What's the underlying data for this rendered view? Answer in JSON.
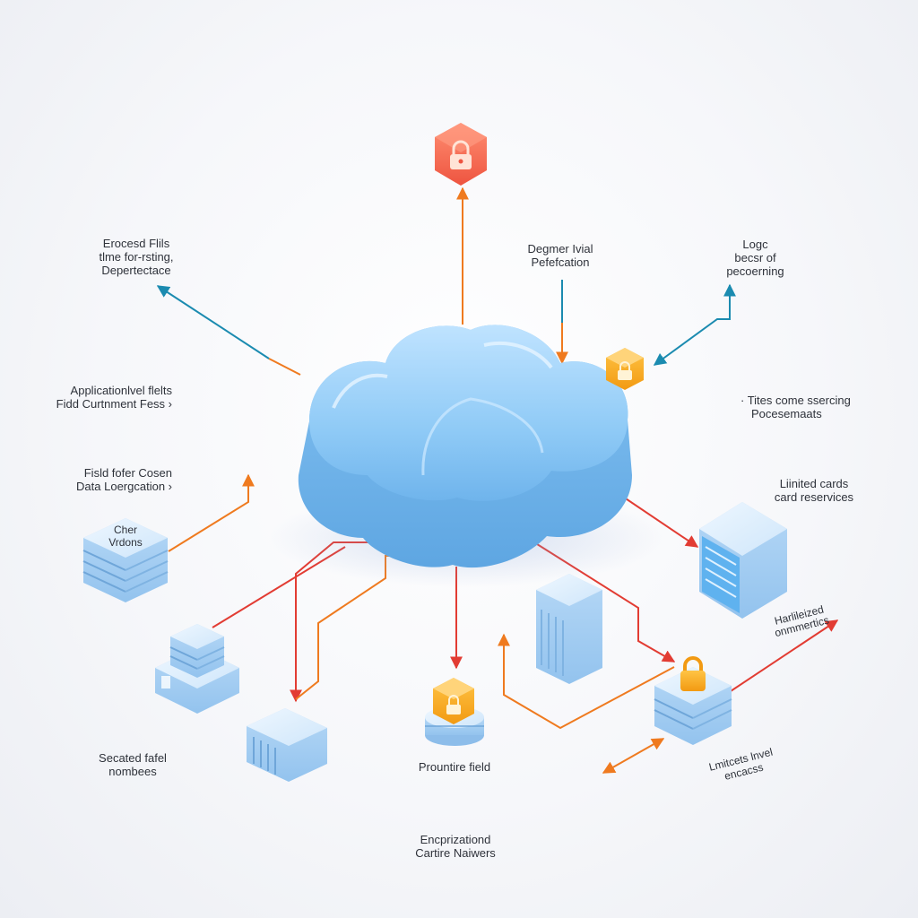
{
  "labels": {
    "top_left": [
      "Erocesd Flils",
      "tlme for-rsting,",
      "Depertectace"
    ],
    "top_center": [
      "Degmer Ivial",
      "Pefefcation"
    ],
    "top_right": [
      "Logc",
      "becsr of",
      "pecoerning"
    ],
    "mid_left_1": [
      "Applicationlvel flelts",
      "Fidd Curtnment Fess  ›"
    ],
    "mid_right_1": [
      "·  Tites come ssercing",
      "Pocesemaats"
    ],
    "mid_left_2": [
      "Fisld fofer Cosen",
      "Data Loergcation  ›"
    ],
    "mid_right_2": [
      "Liinited cards",
      "card reservices"
    ],
    "server_text": [
      "Cher",
      "Vrdons"
    ],
    "right_lower": [
      "Harlileized",
      "onmmertics"
    ],
    "bottom_left": [
      "Secated fafel",
      "nombees"
    ],
    "bottom_center": [
      "Prountire field"
    ],
    "bottom_right": [
      "Lmitcets lnvel",
      "encacss"
    ],
    "footer": [
      "Encprizationd",
      "Cartire Naiwers"
    ]
  },
  "colors": {
    "cloud": "#8cc8f4",
    "node_blue": "#b7d9f5",
    "lock_red": "#f2674f",
    "lock_orange": "#f5a623",
    "arrow_red": "#e23c33",
    "arrow_orange": "#ef7a1f",
    "arrow_teal": "#1b8bb0"
  },
  "icons": [
    "lock-icon",
    "cloud-icon",
    "server-stack-icon",
    "database-icon",
    "storage-cabinet-icon"
  ]
}
